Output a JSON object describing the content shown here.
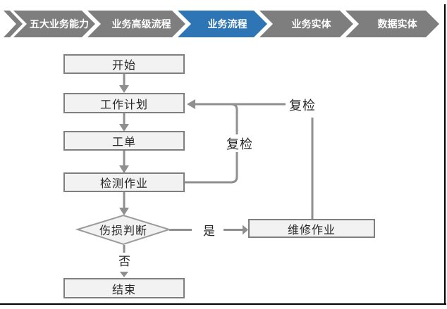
{
  "colors": {
    "chevron_gray": "#7E7E7E",
    "chevron_active_blue": "#2E75B6",
    "chevron_text": "#FFFFFF",
    "box_fill": "#F2F2F2",
    "box_border": "#7F7F7F",
    "connector": "#8F8F8F",
    "text": "#262626",
    "frame_border": "#000000"
  },
  "breadcrumb": {
    "items": [
      {
        "label": "五大业务能力",
        "active": false
      },
      {
        "label": "业务高级流程",
        "active": false
      },
      {
        "label": "业务流程",
        "active": true
      },
      {
        "label": "业务实体",
        "active": false
      },
      {
        "label": "数据实体",
        "active": false
      }
    ]
  },
  "flowchart": {
    "nodes": {
      "start": "开始",
      "work_plan": "工作计划",
      "work_order": "工单",
      "inspection": "检测作业",
      "decision": "伤损判断",
      "repair": "维修作业",
      "end": "结束"
    },
    "edges": {
      "yes_label": "是",
      "no_label": "否",
      "recheck_upper_label": "复检",
      "recheck_loop_label": "复检"
    }
  }
}
